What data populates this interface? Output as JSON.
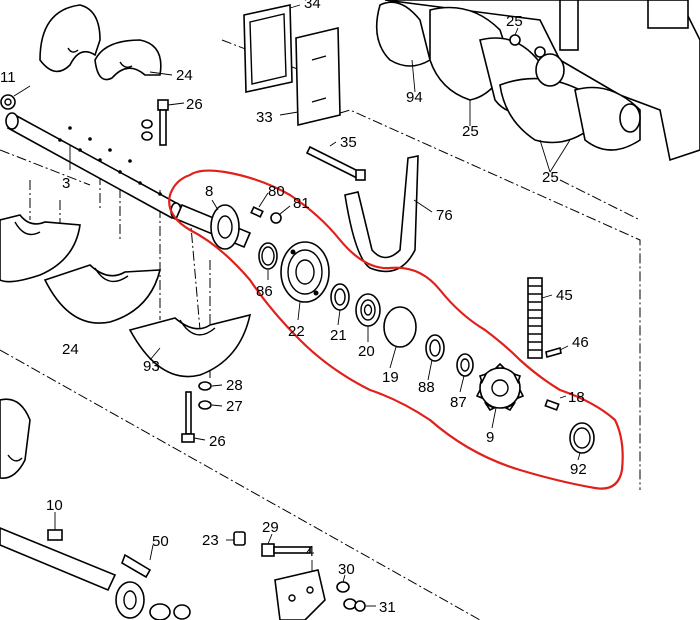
{
  "diagram": {
    "highlight_color": "#e0201a",
    "part_labels": {
      "p3": "3",
      "p4": "4",
      "p8": "8",
      "p9": "9",
      "p10": "10",
      "p11": "11",
      "p18": "18",
      "p19": "19",
      "p20": "20",
      "p21": "21",
      "p22": "22",
      "p23": "23",
      "p24a": "24",
      "p24b": "24",
      "p25a": "25",
      "p25b": "25",
      "p25c": "25",
      "p26a": "26",
      "p26b": "26",
      "p27": "27",
      "p28": "28",
      "p29": "29",
      "p30": "30",
      "p31": "31",
      "p33": "33",
      "p34": "34",
      "p35": "35",
      "p45": "45",
      "p46": "46",
      "p50": "50",
      "p76": "76",
      "p80": "80",
      "p81": "81",
      "p86": "86",
      "p87": "87",
      "p88": "88",
      "p92": "92",
      "p93": "93",
      "p94": "94"
    }
  }
}
